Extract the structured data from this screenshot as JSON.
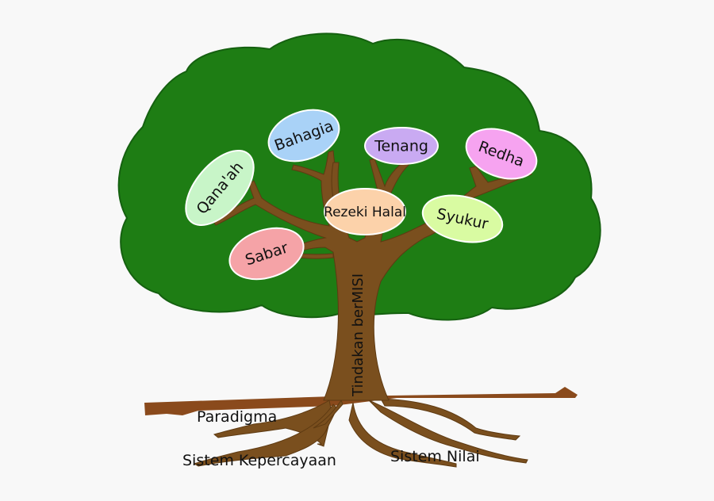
{
  "colors": {
    "canopy": "#1e7d14",
    "canopy_dark": "#156010",
    "wood": "#7a4f1e",
    "wood_dark": "#5e3a12",
    "ground": "#8a4a1c"
  },
  "trunk_label": "Tindakan berMISI",
  "center_leaf": {
    "label": "Rezeki Halal",
    "color": "#fcd2aa"
  },
  "leaves": [
    {
      "id": "qanaah",
      "label": "Qana'ah",
      "color": "#c8f5c8"
    },
    {
      "id": "bahagia",
      "label": "Bahagia",
      "color": "#a9d2f7"
    },
    {
      "id": "tenang",
      "label": "Tenang",
      "color": "#c9aaf2"
    },
    {
      "id": "redha",
      "label": "Redha",
      "color": "#f6a3f0"
    },
    {
      "id": "syukur",
      "label": "Syukur",
      "color": "#d9fba2"
    },
    {
      "id": "sabar",
      "label": "Sabar",
      "color": "#f5a3a7"
    }
  ],
  "roots": {
    "paradigma": "Paradigma",
    "sistem_kepercayaan": "Sistem Kepercayaan",
    "sistem_nilai": "Sistem Nilai"
  }
}
